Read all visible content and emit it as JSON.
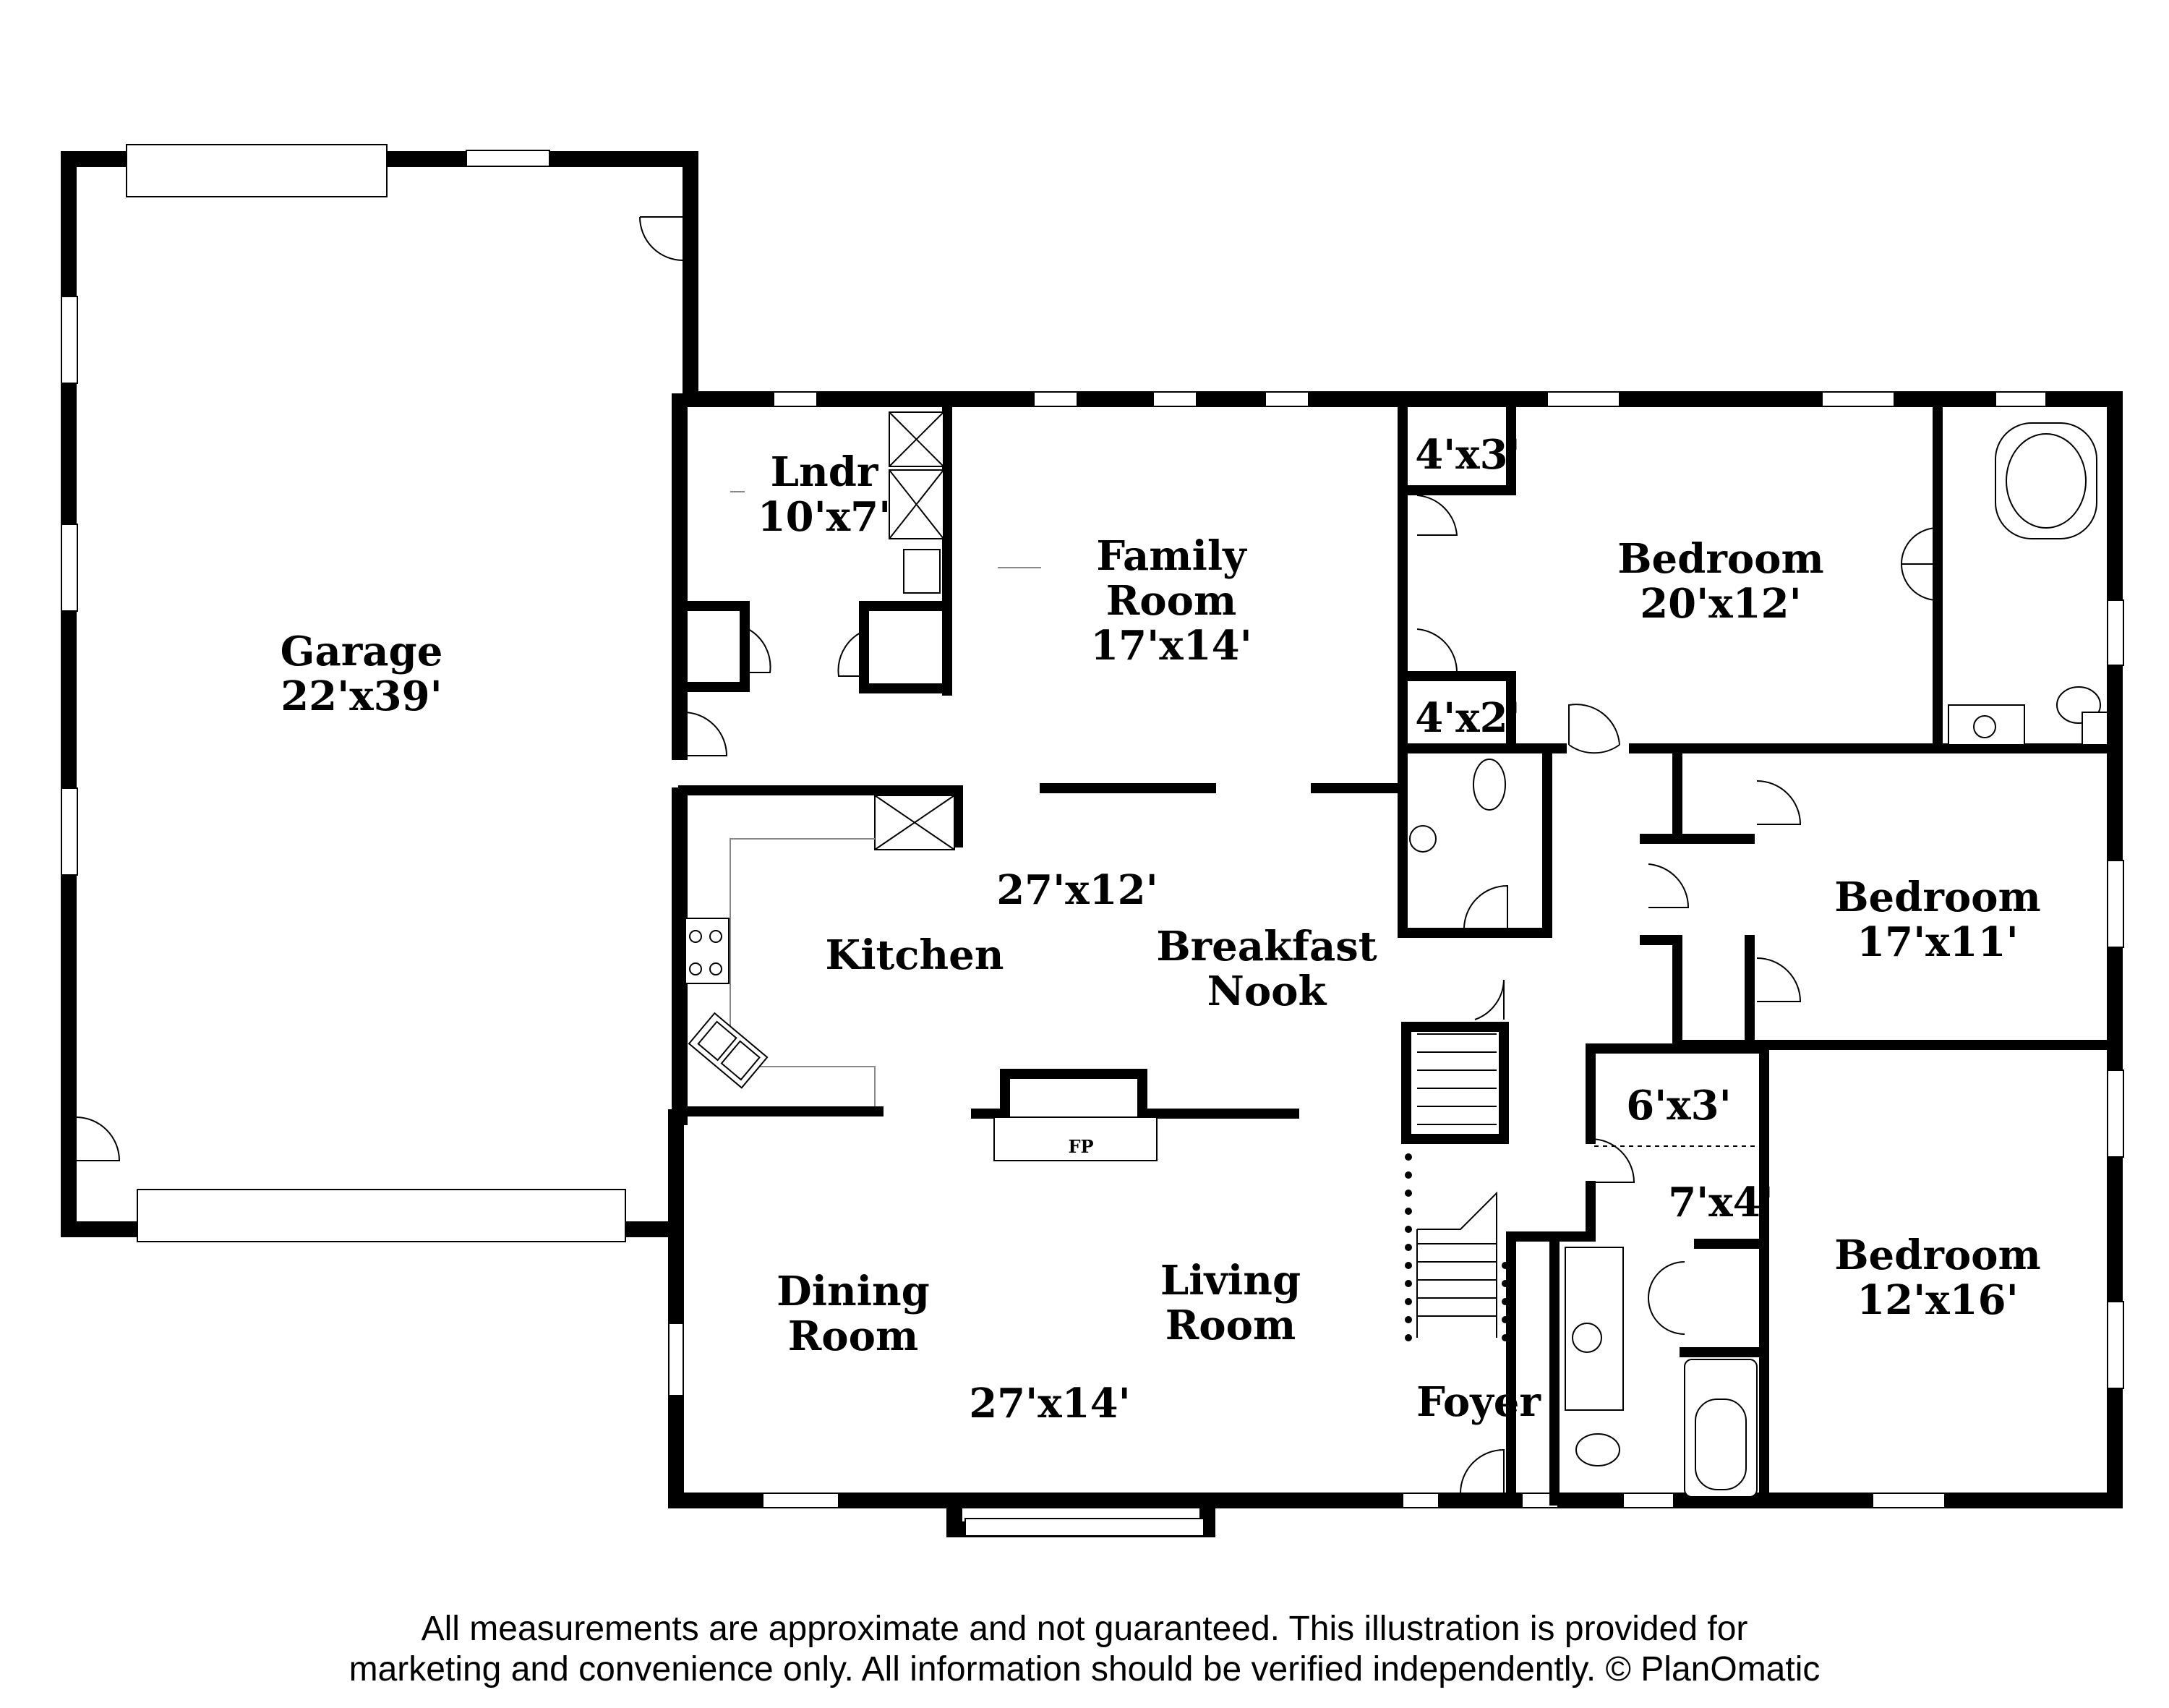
{
  "rooms": {
    "garage": {
      "name": "Garage",
      "size": "22'x39'"
    },
    "laundry": {
      "name": "Lndr",
      "size": "10'x7'"
    },
    "family_room": {
      "name_line1": "Family",
      "name_line2": "Room",
      "size": "17'x14'"
    },
    "kitchen": {
      "name": "Kitchen"
    },
    "kitchen_nook_size": "27'x12'",
    "breakfast_nook": {
      "name_line1": "Breakfast",
      "name_line2": "Nook"
    },
    "dining_room": {
      "name_line1": "Dining",
      "name_line2": "Room"
    },
    "living_room": {
      "name_line1": "Living",
      "name_line2": "Room"
    },
    "living_dining_size": "27'x14'",
    "foyer": {
      "name": "Foyer"
    },
    "fireplace": {
      "label": "FP"
    },
    "closet_a": {
      "size": "4'x3'"
    },
    "closet_b": {
      "size": "4'x2'"
    },
    "bedroom_1": {
      "name": "Bedroom",
      "size": "20'x12'"
    },
    "bedroom_2": {
      "name": "Bedroom",
      "size": "17'x11'"
    },
    "closet_c": {
      "size": "6'x3'"
    },
    "closet_d": {
      "size": "7'x4'"
    },
    "bedroom_3": {
      "name": "Bedroom",
      "size": "12'x16'"
    }
  },
  "disclaimer": {
    "line1": "All measurements are approximate and not guaranteed. This illustration is provided for",
    "line2": "marketing and convenience only. All information should be verified independently. © PlanOmatic"
  }
}
